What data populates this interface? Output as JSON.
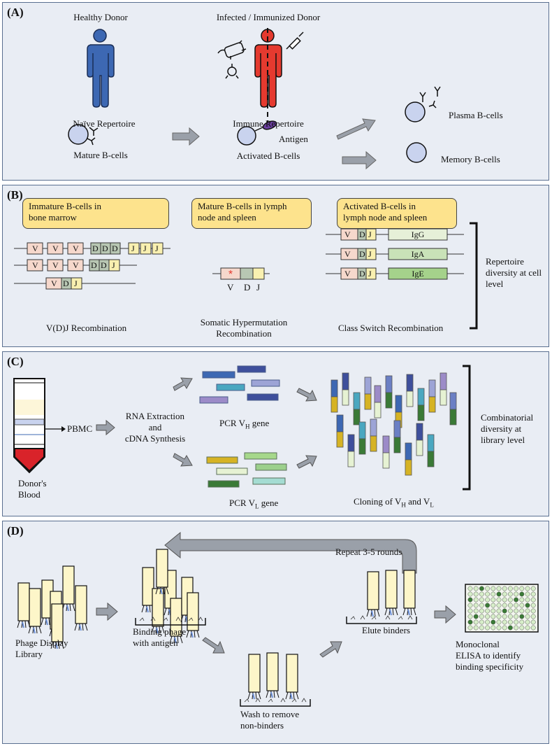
{
  "panelA": {
    "label": "(A)",
    "healthy_donor": "Healthy Donor",
    "infected_donor": "Infected / Immunized Donor",
    "naive_repertoire": "Naïve Repertoire",
    "mature_bcells": "Mature B-cells",
    "immune_repertoire": "Immune Repertoire",
    "antigen": "Antigen",
    "activated_bcells": "Activated B-cells",
    "plasma_bcells": "Plasma B-cells",
    "memory_bcells": "Memory B-cells",
    "colors": {
      "healthy": "#3d68b3",
      "infected": "#e53a2f",
      "cell_fill": "#c9d3ee",
      "antigen": "#6b3fa0"
    }
  },
  "panelB": {
    "label": "(B)",
    "callout1_line1": "Immature B-cells in",
    "callout1_line2": "bone marrow",
    "callout2_line1": "Mature B-cells in lymph",
    "callout2_line2": "node and spleen",
    "callout3_line1": "Activated B-cells in",
    "callout3_line2": "lymph node and spleen",
    "seg_V": "V",
    "seg_D": "D",
    "seg_J": "J",
    "isotype_g": "IgG",
    "isotype_a": "IgA",
    "isotype_e": "IgE",
    "shm_V": "V",
    "shm_D": "D",
    "shm_J": "J",
    "vdj_caption": "V(D)J Recombination",
    "shm_caption_line1": "Somatic Hypermutation",
    "shm_caption_line2": "Recombination",
    "csr_caption": "Class Switch Recombination",
    "side_line1": "Repertoire",
    "side_line2": "diversity at cell",
    "side_line3": "level",
    "colors": {
      "callout": "#fde38d",
      "V": "#f6d8cc",
      "D": "#b8c7b3",
      "J": "#f9f0b0",
      "IgG": "#e6f0d8",
      "IgA": "#c9e2b8",
      "IgE": "#a5d28b"
    }
  },
  "panelC": {
    "label": "(C)",
    "pbmc": "PBMC",
    "rna_line1": "RNA Extraction",
    "rna_line2": "and",
    "rna_line3": "cDNA Synthesis",
    "pcr_vh": "PCR V",
    "pcr_vh_sub": "H",
    "pcr_vh_tail": " gene",
    "pcr_vl": "PCR V",
    "pcr_vl_sub": "L",
    "pcr_vl_tail": " gene",
    "donor_line1": "Donor's",
    "donor_line2": "Blood",
    "cloning_a": "Cloning of V",
    "cloning_sub1": "H",
    "cloning_b": " and V",
    "cloning_sub2": "L",
    "side_line1": "Combinatorial",
    "side_line2": "diversity at",
    "side_line3": "library level"
  },
  "panelD": {
    "label": "(D)",
    "repeat": "Repeat 3-5 rounds",
    "library_line1": "Phage Display",
    "library_line2": "Library",
    "binding_line1": "Binding phage",
    "binding_line2": "with antigen",
    "wash_line1": "Wash to remove",
    "wash_line2": "non-binders",
    "elute": "Elute binders",
    "elisa_line1": "Monoclonal",
    "elisa_line2": "ELISA to identify",
    "elisa_line3": "binding specificity",
    "colors": {
      "phage": "#fdf6c9",
      "well": "#d7eec9",
      "well_pos": "#3a7a36"
    }
  }
}
